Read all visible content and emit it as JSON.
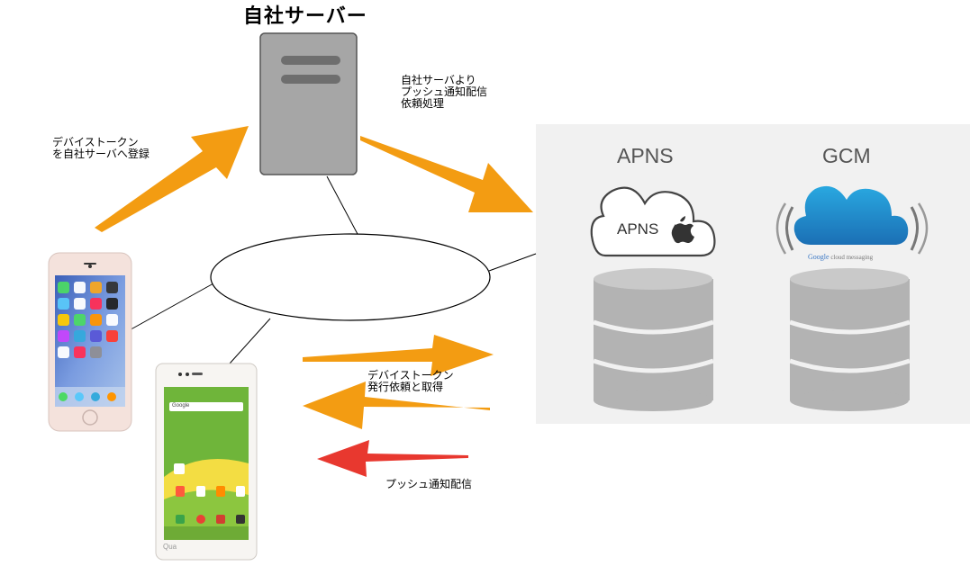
{
  "server": {
    "title": "自社サーバー"
  },
  "labels": {
    "register": "デバイストークン\nを自社サーバへ登録",
    "request": "自社サーバより\nプッシュ通知配信\n依頼処理",
    "token": "デバイストークン\n発行依頼と取得",
    "push": "プッシュ通知配信"
  },
  "services": {
    "apns_heading": "APNS",
    "apns_cloud_text": "APNS",
    "gcm_heading": "GCM",
    "gcm_sub_brand": "Google",
    "gcm_sub_rest": " cloud messaging"
  },
  "android": {
    "brand": "Qua",
    "search": "Google"
  },
  "colors": {
    "arrow_orange": "#f39c12",
    "arrow_red": "#e8382f",
    "server": "#a6a6a6",
    "db": "#b3b3b3"
  }
}
